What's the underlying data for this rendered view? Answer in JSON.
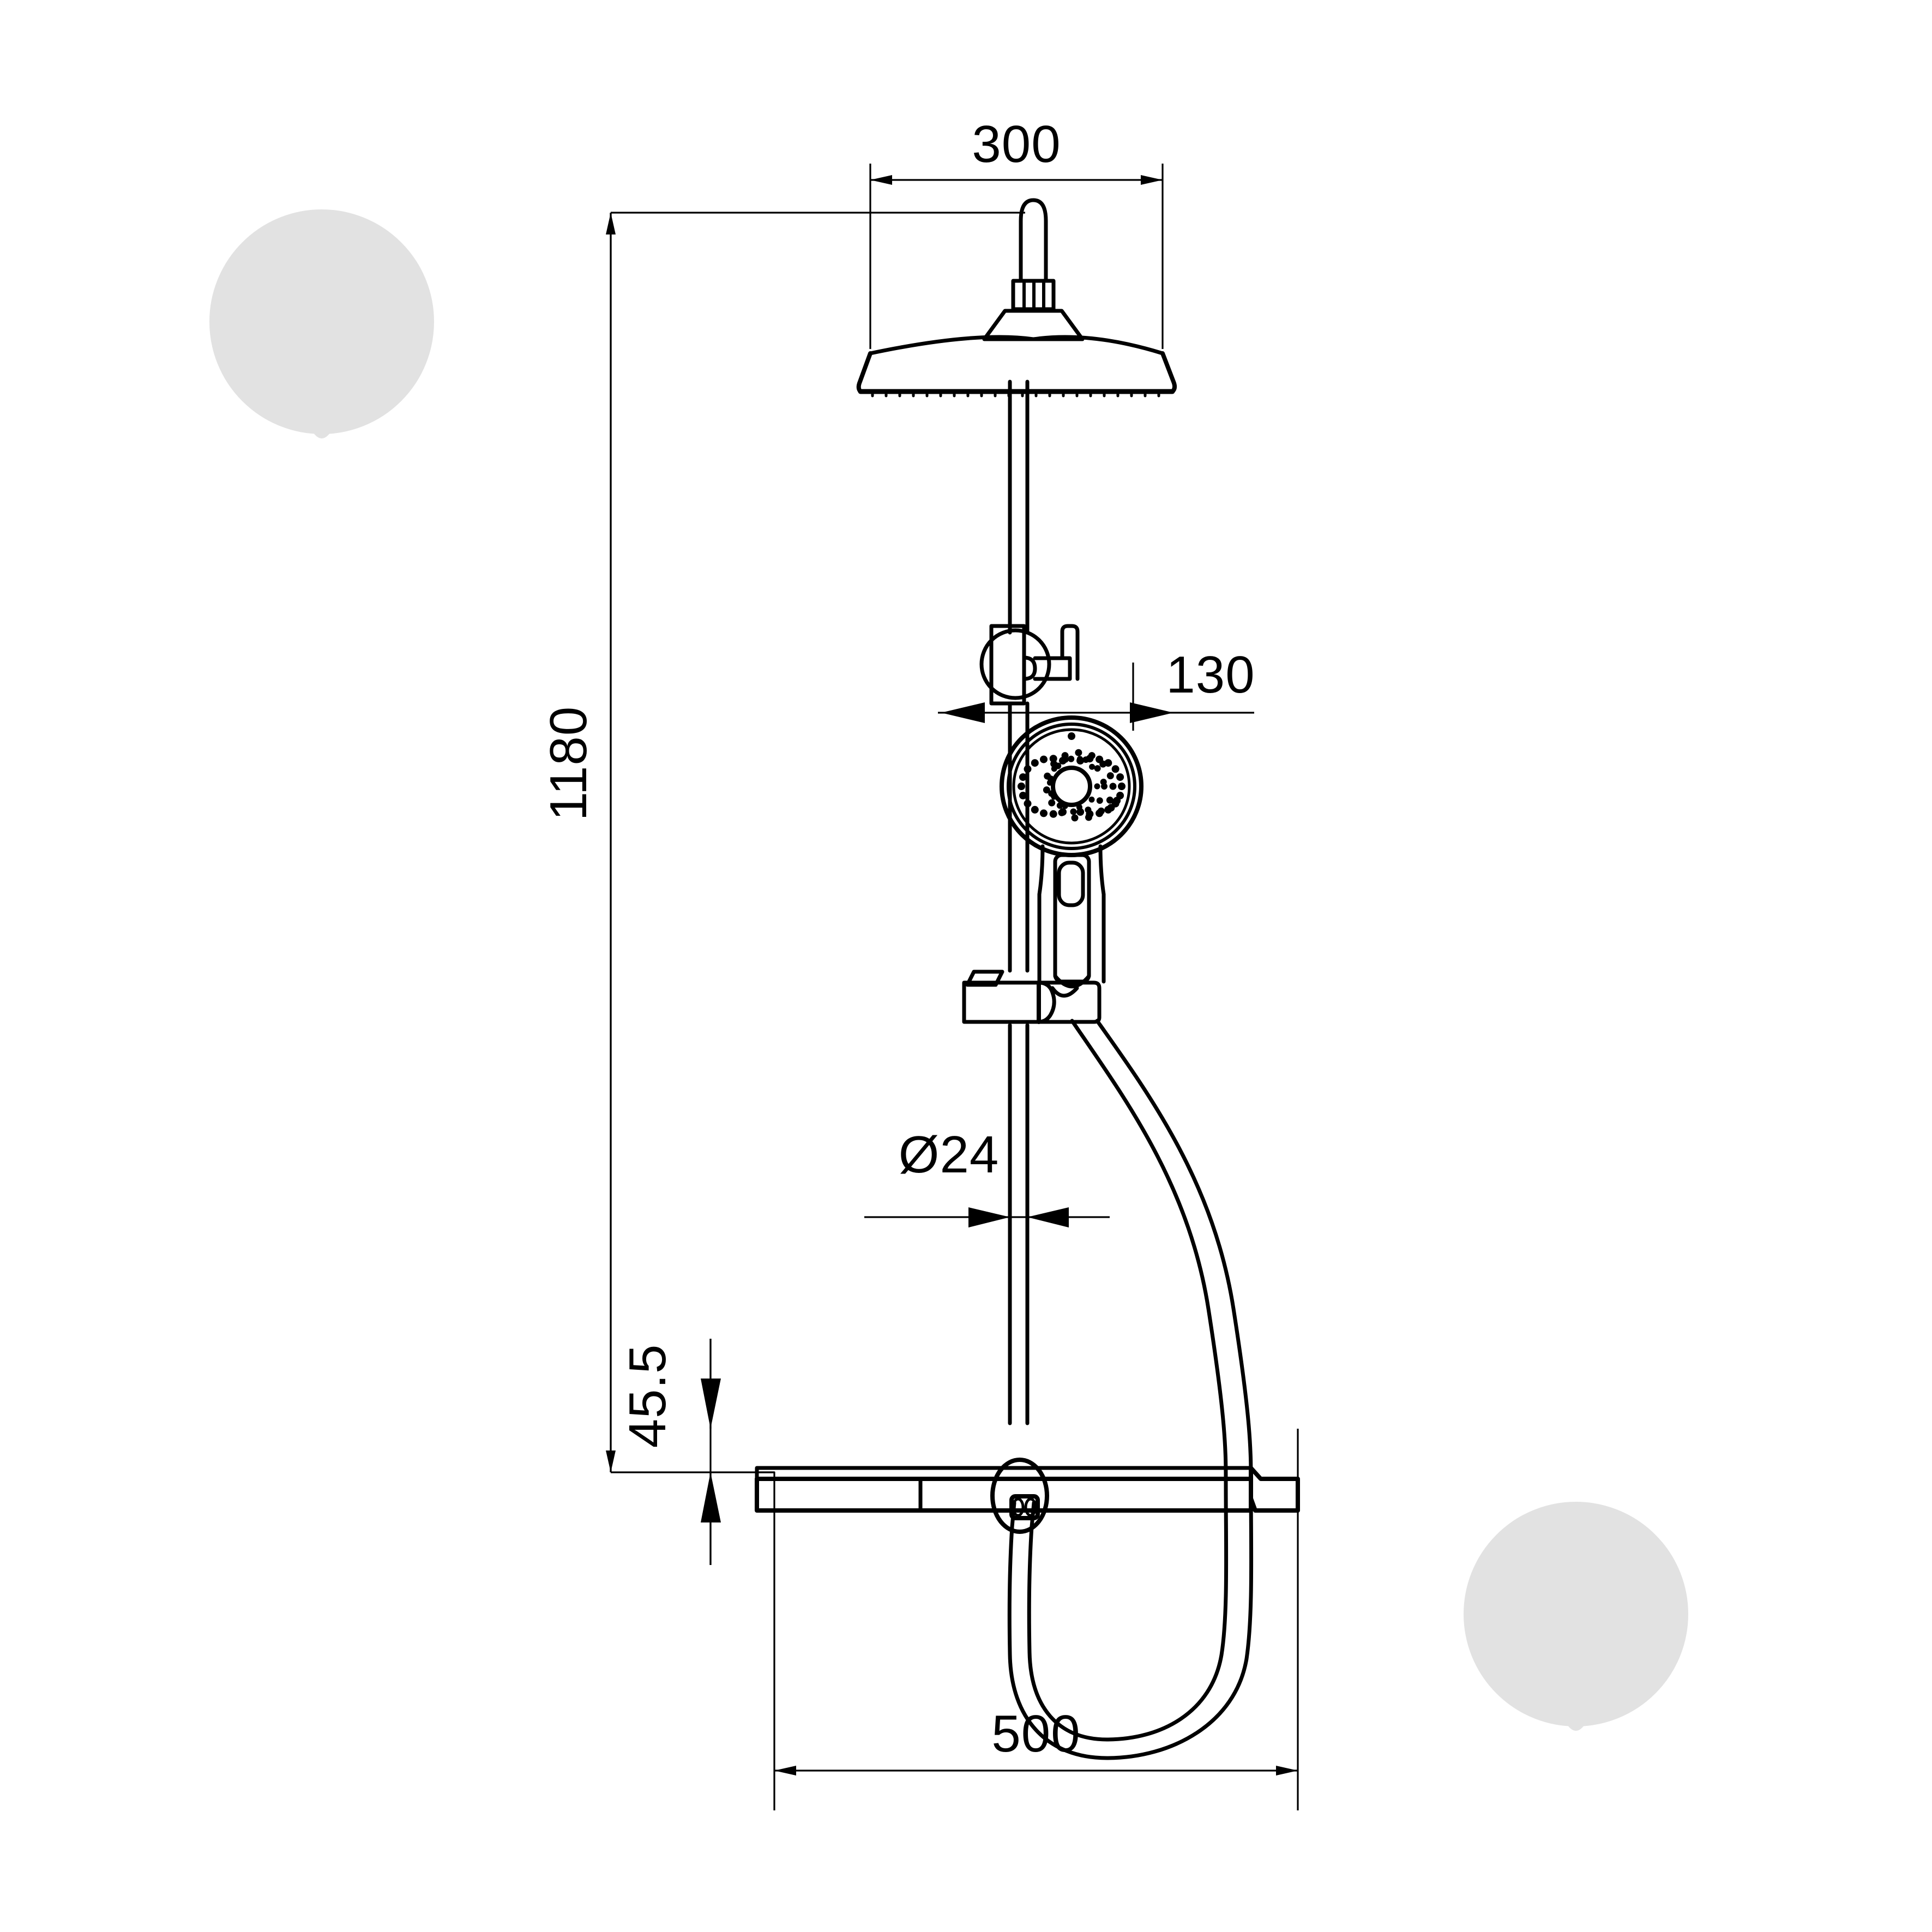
{
  "document": {
    "type": "technical-dimension-drawing",
    "subject": "thermostatic shower column with rain head, hand shower and hose",
    "background_color": "#ffffff",
    "line_color": "#000000",
    "watermark_color": "#e2e2e2"
  },
  "dimensions": {
    "rain_head_width": {
      "label": "300",
      "unit_implied": "mm",
      "orientation": "horizontal",
      "arrow_style": "inward-pointing-solid",
      "position": "top"
    },
    "overall_height": {
      "label": "1180",
      "unit_implied": "mm",
      "orientation": "vertical-rotated",
      "arrow_style": "inward-pointing-solid",
      "position": "left"
    },
    "hand_shower_projection": {
      "label": "130",
      "unit_implied": "mm",
      "orientation": "horizontal",
      "arrow_style": "outward-pointing-solid",
      "position": "right-of-hand-shower"
    },
    "riser_pipe_diameter": {
      "label": "Ø24",
      "unit_implied": "mm",
      "orientation": "horizontal",
      "arrow_style": "outward-pointing-solid",
      "position": "mid-riser"
    },
    "mixer_bar_height": {
      "label": "45.5",
      "unit_implied": "mm",
      "orientation": "vertical-rotated",
      "arrow_style": "outward-pointing-solid",
      "position": "left-of-mixer"
    },
    "mixer_bar_width": {
      "label": "500",
      "unit_implied": "mm",
      "orientation": "horizontal",
      "arrow_style": "inward-pointing-solid",
      "position": "bottom"
    }
  },
  "watermarks": [
    {
      "name": "trowel-in-circle-logo",
      "position": "top-left"
    },
    {
      "name": "trowel-in-circle-logo",
      "position": "bottom-right"
    }
  ],
  "parts": [
    {
      "name": "rain-shower-head",
      "description": "round flat overhead rain shower with gooseneck arm"
    },
    {
      "name": "shower-arm",
      "description": "curved riser arm to rain head"
    },
    {
      "name": "riser-pipe",
      "description": "vertical round column pipe, Ø24"
    },
    {
      "name": "diverter-valve",
      "description": "lever diverter on riser"
    },
    {
      "name": "hand-shower",
      "description": "round multi-jet hand shower with nozzle rings"
    },
    {
      "name": "sliding-holder",
      "description": "adjustable hand shower bracket on riser"
    },
    {
      "name": "shower-hose",
      "description": "flexible hose looping to the mixer outlet"
    },
    {
      "name": "thermostatic-mixer-bar",
      "description": "horizontal mixer body with shelf and control knob"
    },
    {
      "name": "mixer-knob",
      "description": "oval thermostatic control knob"
    },
    {
      "name": "hose-connector",
      "description": "hose connection nut under mixer"
    }
  ]
}
